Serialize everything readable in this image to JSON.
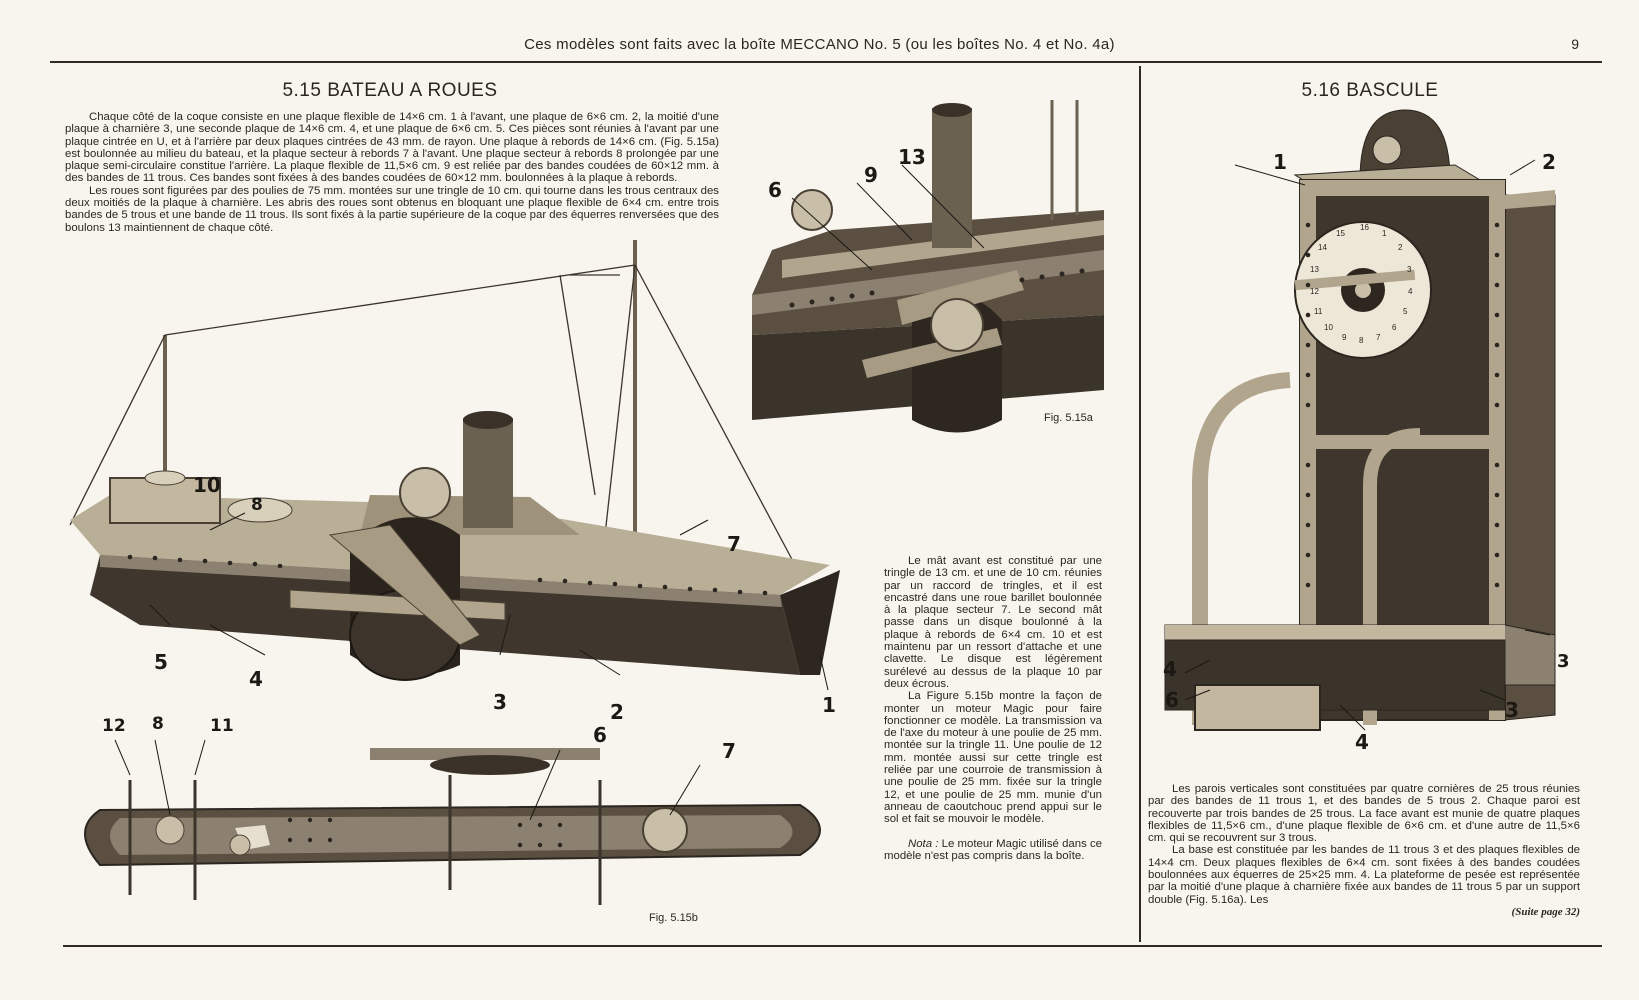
{
  "header": {
    "running_title": "Ces modèles sont faits avec la boîte MECCANO No. 5 (ou les boîtes No. 4 et No. 4a)",
    "page_number": "9"
  },
  "left": {
    "title": "5.15  BATEAU A ROUES",
    "paragraph1": "Chaque côté de la coque consiste en une plaque flexible de 14×6 cm. 1 à l'avant, une plaque de 6×6 cm. 2, la moitié d'une plaque à charnière 3, une seconde plaque de 14×6 cm. 4, et une plaque de 6×6 cm. 5. Ces pièces sont réunies à l'avant par une plaque cintrée en U, et à l'arrière par deux plaques cintrées de 43 mm. de rayon. Une plaque à rebords de 14×6 cm. (Fig. 5.15a) est boulonnée au milieu du bateau, et la plaque secteur à rebords 7 à l'avant. Une plaque secteur à rebords 8 prolongée par une plaque semi-circulaire constitue l'arrière. La plaque flexible de 11,5×6 cm. 9 est reliée par des bandes coudées de 60×12 mm. à des bandes de 11 trous. Ces bandes sont fixées à des bandes coudées de 60×12 mm. boulonnées à la plaque à rebords.",
    "paragraph2": "Les roues sont figurées par des poulies de 75 mm. montées sur une tringle de 10 cm. qui tourne dans les trous centraux des deux moitiés de la plaque à charnière. Les abris des roues sont obtenus en bloquant une plaque flexible de 6×4 cm. entre trois bandes de 5 trous et une bande de 11 trous. Ils sont fixés à la partie supérieure de la coque par des équerres renversées que des boulons 13 maintiennent de chaque côté.",
    "fig_a_caption": "Fig. 5.15a",
    "fig_b_caption": "Fig. 5.15b",
    "fig_a_callouts": [
      "6",
      "9",
      "13"
    ],
    "ship_callouts": [
      "10",
      "8",
      "7",
      "5",
      "4",
      "3",
      "2",
      "1"
    ],
    "plan_callouts": [
      "12",
      "8",
      "11",
      "6",
      "7"
    ],
    "col_paragraph1": "Le mât avant est constitué par une tringle de 13 cm. et une de 10 cm. réunies par un raccord de tringles, et il est encastré dans une roue barillet boulonnée à la plaque secteur 7. Le second mât passe dans un disque boulonné à la plaque à rebords de 6×4 cm. 10 et est maintenu par un ressort d'attache et une clavette. Le disque est légèrement surélevé au dessus de la plaque 10 par deux écrous.",
    "col_paragraph2": "La Figure 5.15b montre la façon de monter un moteur Magic pour faire fonctionner ce modèle. La transmission va de l'axe du moteur à une poulie de 25 mm. montée sur la tringle 11. Une poulie de 12 mm. montée aussi sur cette tringle est reliée par une courroie de transmission à une poulie de 25 mm. fixée sur la tringle 12, et une poulie de 25 mm. munie d'un anneau de caoutchouc prend appui sur le sol et fait se mouvoir le modèle.",
    "nota_label": "Nota :",
    "nota_text": "Le moteur Magic utilisé dans ce modèle n'est pas compris dans la boîte."
  },
  "right": {
    "title": "5.16  BASCULE",
    "callouts": [
      "1",
      "2",
      "3",
      "4",
      "6",
      "3",
      "4"
    ],
    "dial_numbers": [
      "16",
      "1",
      "2",
      "3",
      "4",
      "5",
      "6",
      "7",
      "8",
      "9",
      "10",
      "11",
      "12",
      "13",
      "14",
      "15"
    ],
    "paragraph1": "Les parois verticales sont constituées par quatre cornières de 25 trous réunies par des bandes de 11 trous 1, et des bandes de 5 trous 2. Chaque paroi est recouverte par trois bandes de 25 trous. La face avant est munie de quatre plaques flexibles de 11,5×6 cm., d'une plaque flexible de 6×6 cm. et d'une autre de 11,5×6 cm. qui se recouvrent sur 3 trous.",
    "paragraph2": "La base est constituée par les bandes de 11 trous 3 et des plaques flexibles de 14×4 cm. Deux plaques flexibles de 6×4 cm. sont fixées à des bandes coudées boulonnées aux équerres de 25×25 mm. 4. La plateforme de pesée est représentée par la moitié d'une plaque à charnière fixée aux bandes de 11 trous 5 par un support double (Fig. 5.16a). Les",
    "continued": "(Suite page 32)"
  },
  "colors": {
    "paper": "#f7f5ee",
    "ink": "#2b2620",
    "metal_dark": "#4a4134",
    "metal_light": "#b9ae96"
  }
}
